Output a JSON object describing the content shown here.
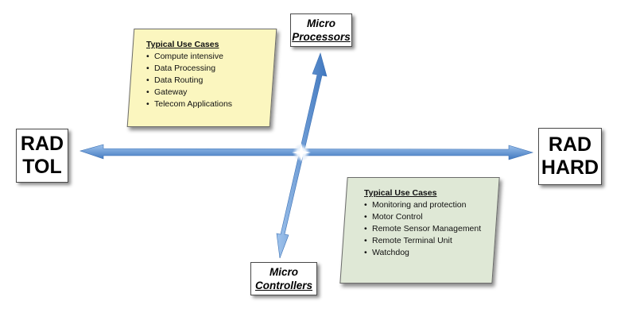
{
  "axis": {
    "left_label": [
      "RAD",
      "TOL"
    ],
    "right_label": [
      "RAD",
      "HARD"
    ],
    "top_label": [
      "Micro",
      "Processors"
    ],
    "bottom_label": [
      "Micro",
      "Controllers"
    ],
    "arrow_color": "#5b8fcf"
  },
  "processors_card": {
    "title": "Typical Use Cases",
    "items": [
      "Compute intensive",
      "Data Processing",
      "Data Routing",
      "Gateway",
      "Telecom Applications"
    ],
    "color": "#fbf6bf"
  },
  "controllers_card": {
    "title": "Typical Use Cases",
    "items": [
      "Monitoring and protection",
      "Motor Control",
      "Remote Sensor Management",
      "Remote Terminal Unit",
      "Watchdog"
    ],
    "color": "#dfe8d6"
  }
}
